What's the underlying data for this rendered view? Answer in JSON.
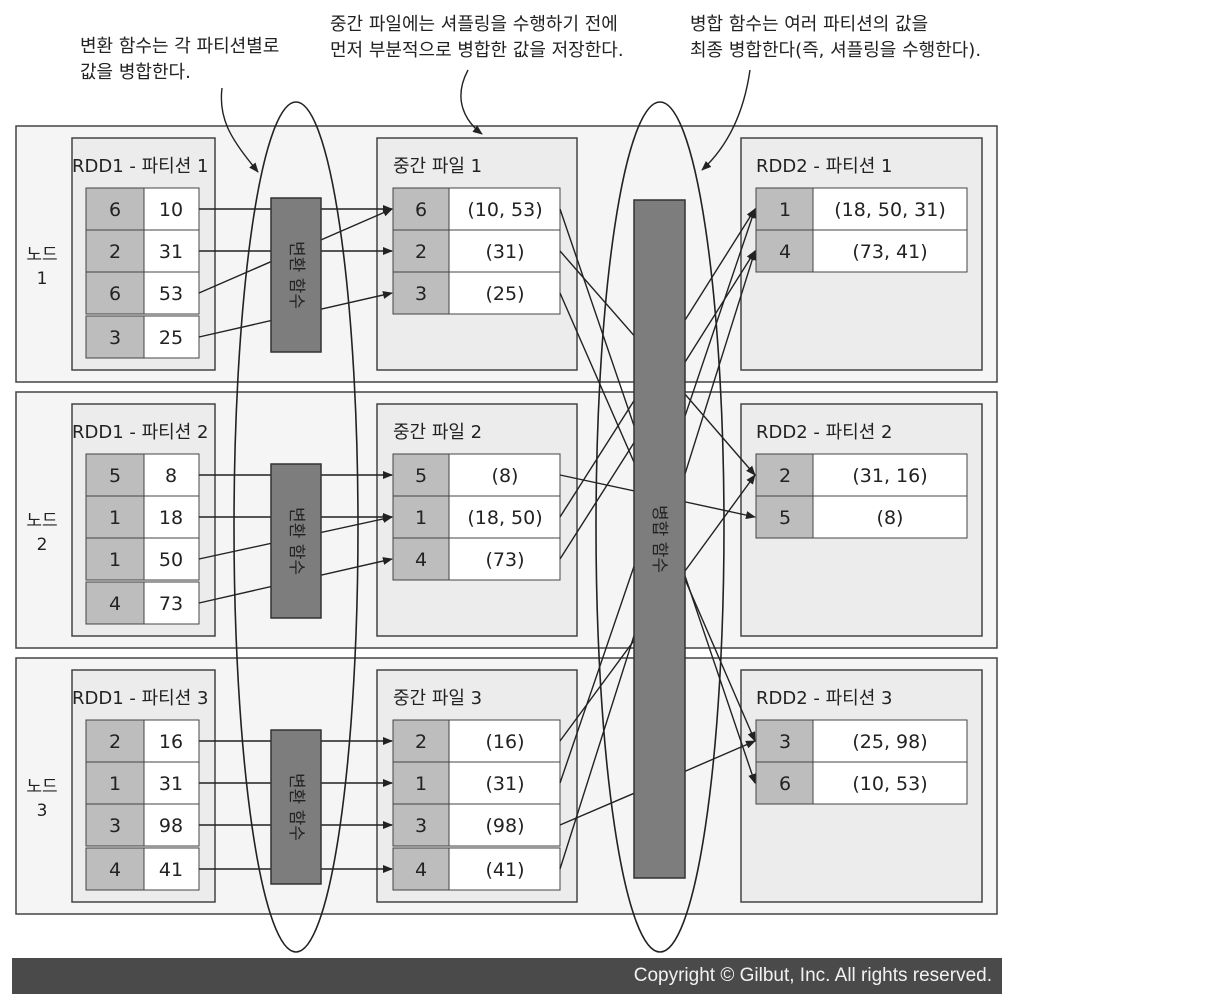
{
  "annotations": {
    "transform": [
      "변환 함수는 각 파티션별로",
      "값을 병합한다."
    ],
    "intermediate": [
      "중간 파일에는 셔플링을 수행하기 전에",
      "먼저 부분적으로 병합한 값을 저장한다."
    ],
    "merge": [
      "병합 함수는 여러 파티션의 값을",
      "최종 병합한다(즉, 셔플링을 수행한다)."
    ]
  },
  "nodes": [
    {
      "label": [
        "노드",
        "1"
      ],
      "rdd1": {
        "title": "RDD1 - 파티션 1",
        "rows": [
          [
            "6",
            "10"
          ],
          [
            "2",
            "31"
          ],
          [
            "6",
            "53"
          ],
          [
            "3",
            "25"
          ]
        ]
      },
      "transform_label": "변환 함수",
      "inter": {
        "title": "중간 파일 1",
        "rows": [
          [
            "6",
            "(10, 53)"
          ],
          [
            "2",
            "(31)"
          ],
          [
            "3",
            "(25)"
          ]
        ]
      },
      "rdd2": {
        "title": "RDD2 - 파티션 1",
        "rows": [
          [
            "1",
            "(18, 50, 31)"
          ],
          [
            "4",
            "(73, 41)"
          ]
        ]
      }
    },
    {
      "label": [
        "노드",
        "2"
      ],
      "rdd1": {
        "title": "RDD1 - 파티션 2",
        "rows": [
          [
            "5",
            "8"
          ],
          [
            "1",
            "18"
          ],
          [
            "1",
            "50"
          ],
          [
            "4",
            "73"
          ]
        ]
      },
      "transform_label": "변환 함수",
      "inter": {
        "title": "중간 파일 2",
        "rows": [
          [
            "5",
            "(8)"
          ],
          [
            "1",
            "(18, 50)"
          ],
          [
            "4",
            "(73)"
          ]
        ]
      },
      "rdd2": {
        "title": "RDD2 - 파티션 2",
        "rows": [
          [
            "2",
            "(31, 16)"
          ],
          [
            "5",
            "(8)"
          ]
        ]
      }
    },
    {
      "label": [
        "노드",
        "3"
      ],
      "rdd1": {
        "title": "RDD1 - 파티션 3",
        "rows": [
          [
            "2",
            "16"
          ],
          [
            "1",
            "31"
          ],
          [
            "3",
            "98"
          ],
          [
            "4",
            "41"
          ]
        ]
      },
      "transform_label": "변환 함수",
      "inter": {
        "title": "중간 파일 3",
        "rows": [
          [
            "2",
            "(16)"
          ],
          [
            "1",
            "(31)"
          ],
          [
            "3",
            "(98)"
          ],
          [
            "4",
            "(41)"
          ]
        ]
      },
      "rdd2": {
        "title": "RDD2 - 파티션 3",
        "rows": [
          [
            "3",
            "(25, 98)"
          ],
          [
            "6",
            "(10, 53)"
          ]
        ]
      }
    }
  ],
  "merge_label": "병합 함수",
  "transform_links": [
    [
      [
        0,
        0
      ],
      [
        1,
        1
      ],
      [
        2,
        0
      ],
      [
        3,
        2
      ]
    ],
    [
      [
        0,
        0
      ],
      [
        1,
        1
      ],
      [
        2,
        1
      ],
      [
        3,
        2
      ]
    ],
    [
      [
        0,
        0
      ],
      [
        1,
        1
      ],
      [
        2,
        2
      ],
      [
        3,
        3
      ]
    ]
  ],
  "merge_links": [
    [
      [
        0,
        2,
        1
      ],
      [
        1,
        1,
        0
      ],
      [
        2,
        2,
        0
      ]
    ],
    [
      [
        0,
        1,
        1
      ],
      [
        1,
        0,
        0
      ],
      [
        2,
        0,
        1
      ]
    ],
    [
      [
        0,
        1,
        0
      ],
      [
        1,
        0,
        0
      ],
      [
        2,
        2,
        0
      ],
      [
        3,
        0,
        1
      ]
    ]
  ],
  "footer": "Copyright © Gilbut, Inc. All rights reserved."
}
